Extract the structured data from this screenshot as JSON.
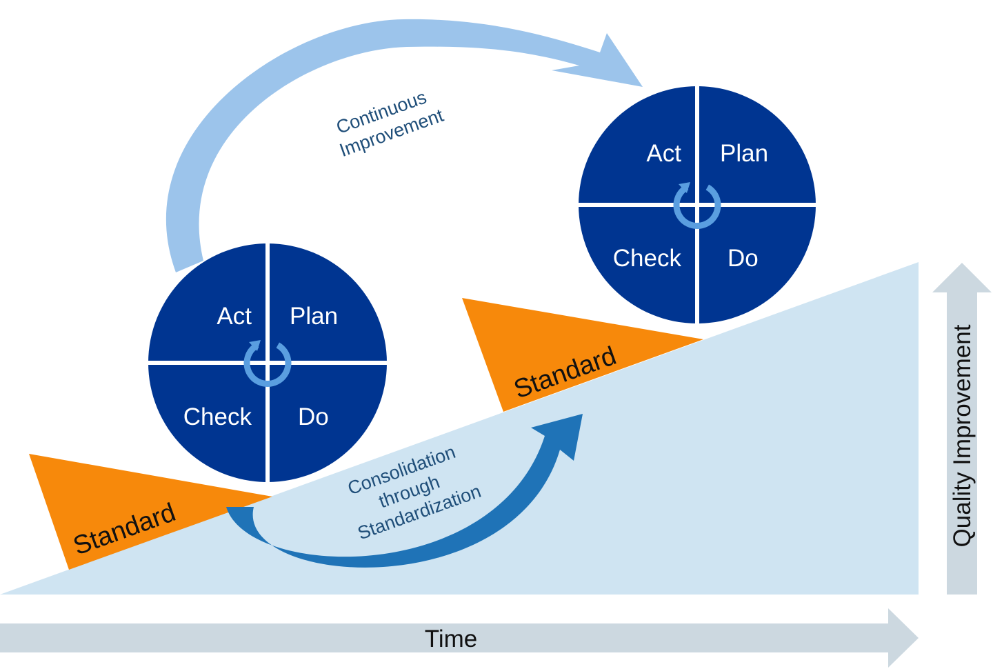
{
  "colors": {
    "circle": "#003591",
    "ramp": "#cfe4f2",
    "standard": "#f7890b",
    "continuous_arrow": "#9cc4eb",
    "consolidation_arrow": "#1f73b7",
    "axis_arrow": "#ccd8e0",
    "cycle_icon": "#5a9ee0"
  },
  "pdca_cycle_1": {
    "act": "Act",
    "plan": "Plan",
    "check": "Check",
    "do": "Do"
  },
  "pdca_cycle_2": {
    "act": "Act",
    "plan": "Plan",
    "check": "Check",
    "do": "Do"
  },
  "standard_1": {
    "label": "Standard"
  },
  "standard_2": {
    "label": "Standard"
  },
  "continuous_improvement": {
    "line1": "Continuous",
    "line2": "Improvement"
  },
  "consolidation": {
    "line1": "Consolidation",
    "line2": "through",
    "line3": "Standardization"
  },
  "axes": {
    "x_label": "Time",
    "y_label": "Quality Improvement"
  },
  "icons": {
    "cycle": "cycle-arrow-icon"
  }
}
